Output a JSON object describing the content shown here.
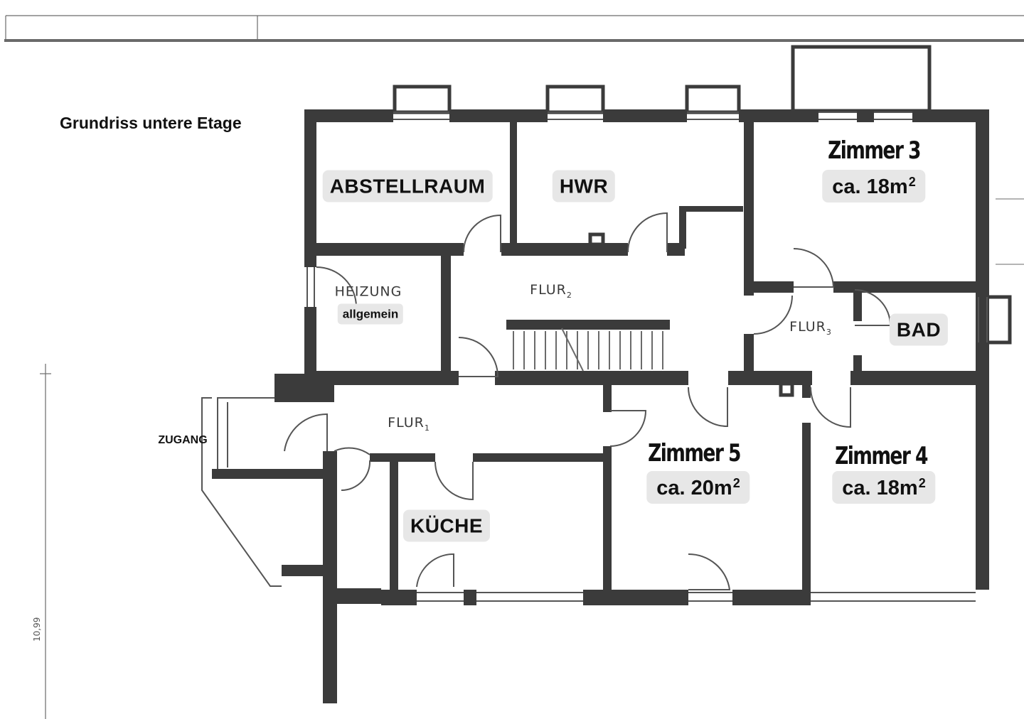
{
  "title": "Grundriss untere Etage",
  "rooms": {
    "abstellraum": "ABSTELLRAUM",
    "hwr": "HWR",
    "heizung": "HEIZUNG",
    "heizung_sub": "allgemein",
    "flur2": "FLUR",
    "flur2_sub": "2",
    "flur3": "FLUR",
    "flur3_sub": "3",
    "flur1": "FLUR",
    "flur1_sub": "1",
    "bad": "BAD",
    "kueche": "KÜCHE",
    "zugang": "ZUGANG",
    "zimmer3": "Zimmer 3",
    "zimmer3_area": "ca. 18m",
    "zimmer4": "Zimmer 4",
    "zimmer4_area": "ca. 18m",
    "zimmer5": "Zimmer 5",
    "zimmer5_area": "ca. 20m",
    "area_unit_sup": "2"
  },
  "dimension_text": "10,99",
  "colors": {
    "wall": "#3b3b3b",
    "thin_line": "#555555",
    "label_bg": "#e7e7e7",
    "text": "#111111"
  }
}
